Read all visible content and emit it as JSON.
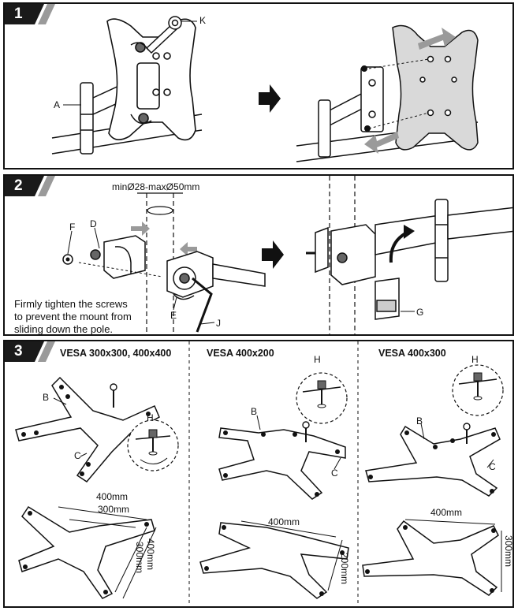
{
  "steps": [
    {
      "number": "1",
      "labels": {
        "k": "K",
        "a": "A"
      }
    },
    {
      "number": "2",
      "pole_size": "minØ28-maxØ50mm",
      "labels": {
        "f": "F",
        "d": "D",
        "e": "E",
        "j": "J",
        "g": "G"
      },
      "note_lines": [
        "Firmly tighten the screws",
        "to prevent the mount from",
        "sliding down the pole."
      ]
    },
    {
      "number": "3",
      "configs": [
        {
          "title": "VESA 300x300, 400x400",
          "labels": {
            "b": "B",
            "c": "C",
            "h": "H"
          },
          "dims": [
            "400mm",
            "300mm",
            "300mm",
            "400mm"
          ]
        },
        {
          "title": "VESA 400x200",
          "labels": {
            "b": "B",
            "c": "C",
            "h": "H"
          },
          "dims": [
            "400mm",
            "200mm"
          ]
        },
        {
          "title": "VESA 400x300",
          "labels": {
            "b": "B",
            "c": "C",
            "h": "H"
          },
          "dims": [
            "400mm",
            "300mm"
          ]
        }
      ]
    }
  ],
  "colors": {
    "tab_fill": "#1a1a1a",
    "tab_accent": "#9a9a9a",
    "plate_gray": "#d9d9d9",
    "arrow_gray": "#9a9a9a"
  }
}
